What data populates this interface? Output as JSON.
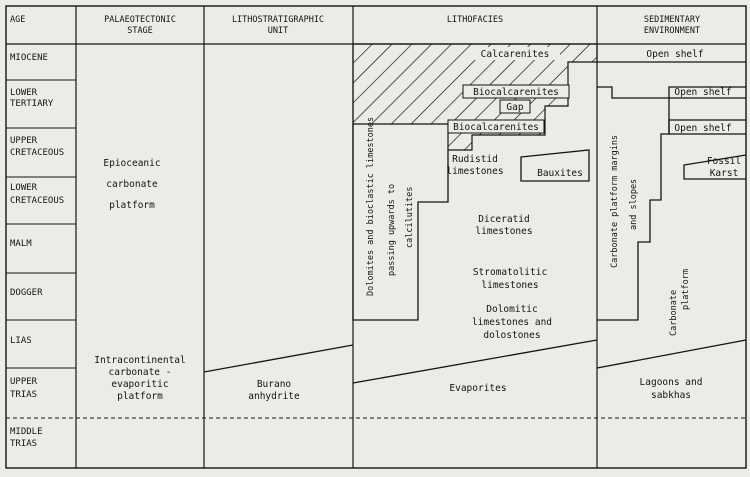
{
  "headers": {
    "age": "AGE",
    "palaeotectonic": [
      "PALAEOTECTONIC",
      "STAGE"
    ],
    "lithostratigraphic": [
      "LITHOSTRATIGRAPHIC",
      "UNIT"
    ],
    "lithofacies": "LITHOFACIES",
    "sedimentary": [
      "SEDIMENTARY",
      "ENVIRONMENT"
    ]
  },
  "ages": [
    [
      "MIOCENE"
    ],
    [
      "LOWER",
      "TERTIARY"
    ],
    [
      "UPPER",
      "CRETACEOUS"
    ],
    [
      "LOWER",
      "CRETACEOUS"
    ],
    [
      "MALM"
    ],
    [
      "DOGGER"
    ],
    [
      "LIAS"
    ],
    [
      "UPPER",
      "TRIAS"
    ],
    [
      "MIDDLE",
      "TRIAS"
    ]
  ],
  "palaeotectonic": {
    "upper": [
      "Epioceanic",
      "carbonate",
      "platform"
    ],
    "lower": [
      "Intracontinental",
      "carbonate -",
      "evaporitic",
      "platform"
    ]
  },
  "lithostratigraphic": {
    "unit": [
      "Burano",
      "anhydrite"
    ]
  },
  "lithofacies": {
    "calcarenites": "Calcarenites",
    "biocalcarenites_upper": "Biocalcarenites",
    "gap": "Gap",
    "biocalcarenites_lower": "Biocalcarenites",
    "rudistid": [
      "Rudistid",
      "limestones"
    ],
    "bauxites": "Bauxites",
    "vertical": [
      "Dolomites and bioclastic limestones",
      "passing upwards to",
      "calcilutites"
    ],
    "diceratid": [
      "Diceratid",
      "limestones"
    ],
    "stromatolitic": [
      "Stromatolitic",
      "limestones"
    ],
    "dolomitic": [
      "Dolomitic",
      "limestones and",
      "dolostones"
    ],
    "evaporites": "Evaporites"
  },
  "sedimentary": {
    "open_shelf_top": "Open shelf",
    "open_shelf_a": "Open shelf",
    "open_shelf_b": "Open shelf",
    "fossil_karst": [
      "Fossil",
      "Karst"
    ],
    "margins_vertical": [
      "Carbonate platform margins",
      "and slopes"
    ],
    "platform_vertical": [
      "Carbonate",
      "platform"
    ],
    "lagoons": [
      "Lagoons and",
      "sabkhas"
    ]
  }
}
